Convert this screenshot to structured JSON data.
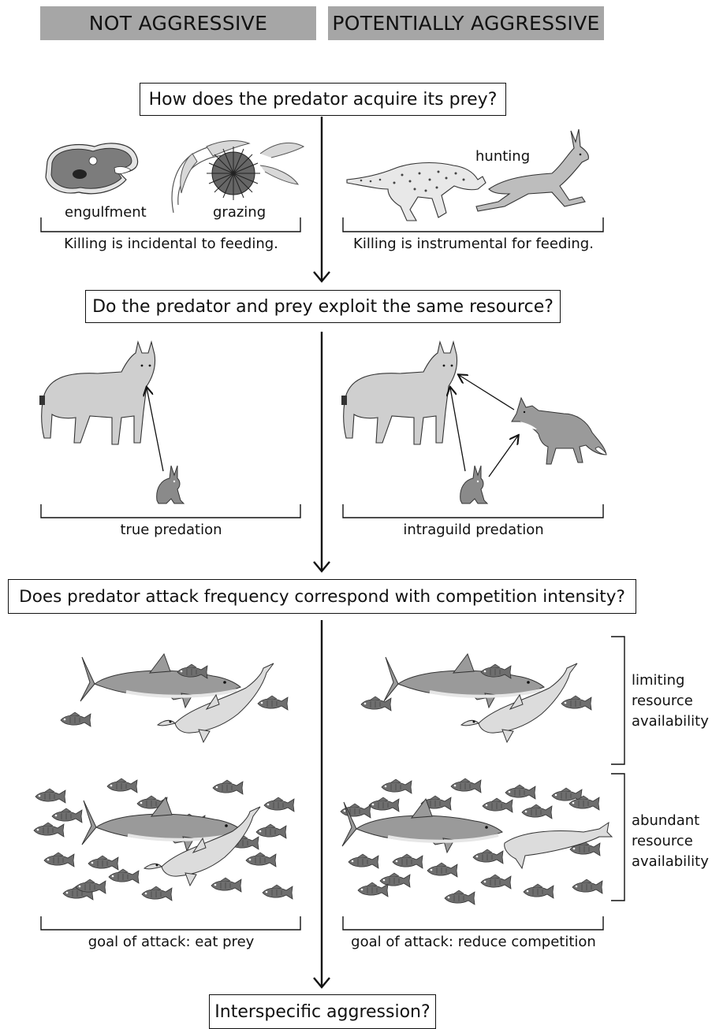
{
  "headers": {
    "left": "NOT AGGRESSIVE",
    "right": "POTENTIALLY AGGRESSIVE"
  },
  "questions": {
    "q1": "How does the predator acquire its prey?",
    "q2": "Do the predator and prey exploit the same resource?",
    "q3": "Does predator attack frequency correspond with competition intensity?",
    "q4": "Interspecific aggression?"
  },
  "section1": {
    "label_engulfment": "engulfment",
    "label_grazing": "grazing",
    "label_hunting": "hunting",
    "caption_left": "Killing is incidental to feeding.",
    "caption_right": "Killing is instrumental for feeding."
  },
  "section2": {
    "caption_left": "true predation",
    "caption_right": "intraguild predation"
  },
  "section3": {
    "bracket_top_label_1": "limiting",
    "bracket_top_label_2": "resource",
    "bracket_top_label_3": "availability",
    "bracket_bottom_label_1": "abundant",
    "bracket_bottom_label_2": "resource",
    "bracket_bottom_label_3": "availability",
    "caption_left": "goal of attack: eat prey",
    "caption_right": "goal of attack: reduce competition"
  },
  "colors": {
    "header_bg": "#a6a6a6",
    "animal_light": "#cfcfcf",
    "animal_mid": "#9a9a9a",
    "animal_dark": "#6e6e6e",
    "line": "#111111"
  }
}
